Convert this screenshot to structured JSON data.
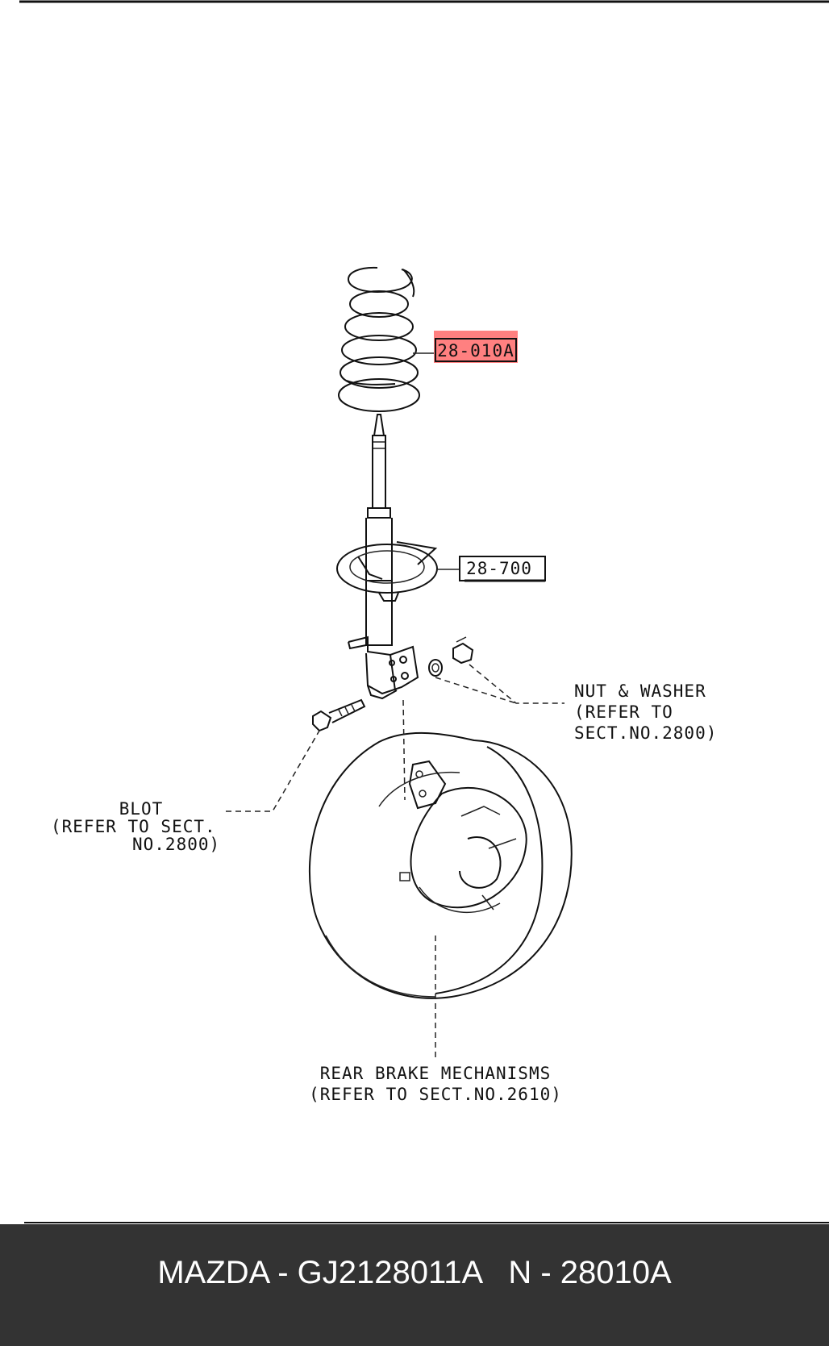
{
  "callouts": {
    "spring_part": "28-010A",
    "seat_part": "28-700"
  },
  "notes": {
    "nut_washer": [
      "NUT & WASHER",
      "(REFER TO",
      " SECT.NO.2800)"
    ],
    "bolt": [
      "BLOT",
      "(REFER TO SECT.",
      "NO.2800)"
    ],
    "brake": [
      "REAR BRAKE MECHANISMS",
      "(REFER TO SECT.NO.2610)"
    ]
  },
  "colors": {
    "highlight": "#ff8080",
    "footer_bg": "#333333",
    "footer_text": "#ffffff"
  },
  "footer": {
    "text": "MAZDA - GJ2128011A   N - 28010A"
  }
}
